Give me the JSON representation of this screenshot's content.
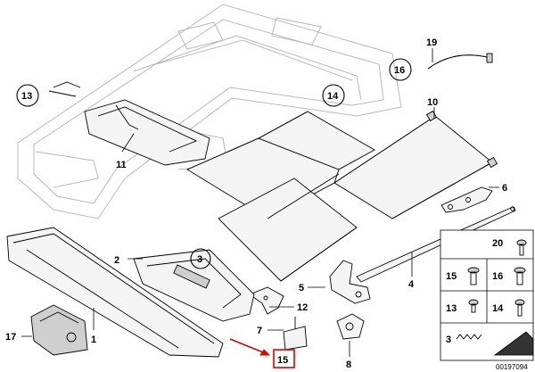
{
  "callouts": {
    "c1": "1",
    "c2": "2",
    "c3": "3",
    "c4": "4",
    "c5": "5",
    "c6": "6",
    "c7": "7",
    "c8": "8",
    "c10": "10",
    "c11": "11",
    "c12": "12",
    "c13": "13",
    "c14": "14",
    "c15": "15",
    "c16": "16",
    "c17": "17",
    "c19": "19"
  },
  "panel": {
    "p20": "20",
    "p15": "15",
    "p16": "16",
    "p13": "13",
    "p14": "14",
    "p3": "3"
  },
  "drawing_number": "00197094",
  "colors": {
    "highlight": "#e30000",
    "line": "#000000"
  }
}
